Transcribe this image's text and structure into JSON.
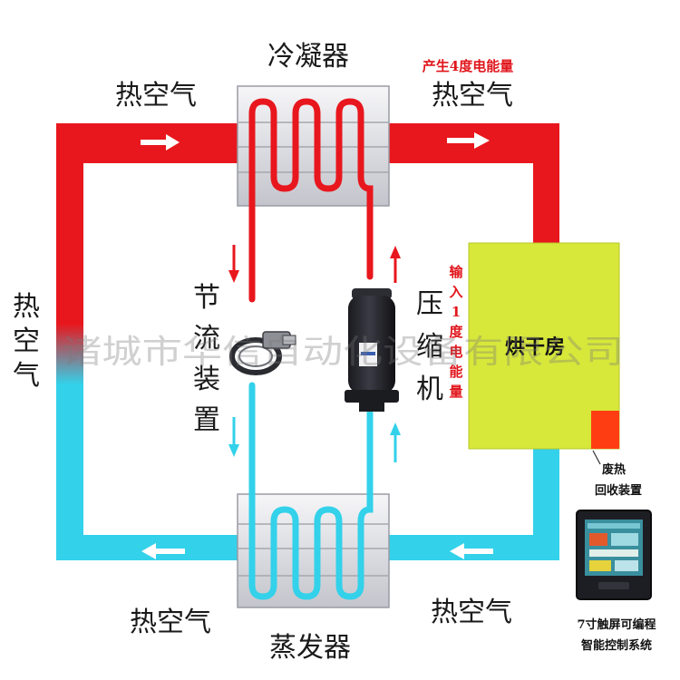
{
  "labels": {
    "condenser": "冷凝器",
    "evaporator": "蒸发器",
    "hot_air": "热空气",
    "hot_air_vertical": [
      "热",
      "空",
      "气"
    ],
    "throttle_vertical": [
      "节",
      "流",
      "装",
      "置"
    ],
    "compressor_vertical": [
      "压",
      "缩",
      "机"
    ],
    "dryer_room": "烘干房",
    "energy_out": "产生4度电能量",
    "energy_in_vertical": [
      "输",
      "入",
      "1",
      "度",
      "电",
      "能",
      "量"
    ],
    "heat_recovery_line1": "废热",
    "heat_recovery_line2": "回收装置",
    "controller_line1": "7寸触屏可编程",
    "controller_line2": "智能控制系统",
    "watermark": "诸城市华信自动化设备有限公司"
  },
  "colors": {
    "hot_pipe": "#e8171d",
    "cold_pipe": "#33d1ea",
    "dryer": "#d7e83a",
    "recovery": "#ff3d12"
  }
}
